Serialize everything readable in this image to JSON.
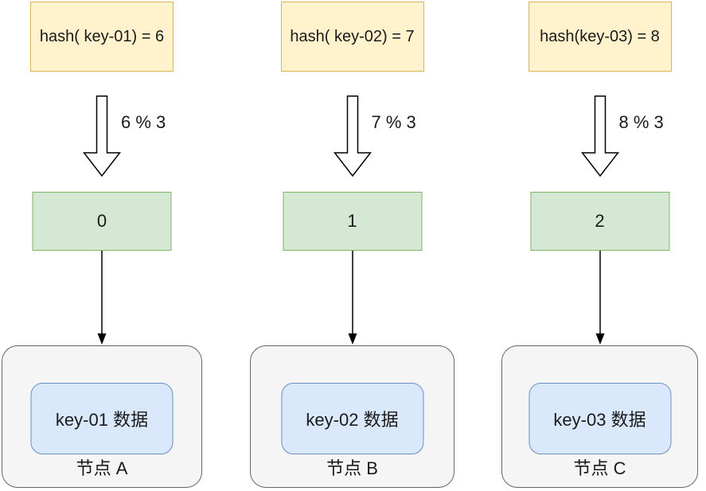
{
  "diagram": {
    "columns": [
      {
        "hash_label": "hash( key-01) = 6",
        "mod_label": "6 % 3",
        "slot": "0",
        "data_label": "key-01 数据",
        "node_label": "节点 A"
      },
      {
        "hash_label": "hash( key-02) = 7",
        "mod_label": "7 % 3",
        "slot": "1",
        "data_label": "key-02 数据",
        "node_label": "节点 B"
      },
      {
        "hash_label": "hash(key-03) = 8",
        "mod_label": "8 % 3",
        "slot": "2",
        "data_label": "key-03 数据",
        "node_label": "节点 C"
      }
    ],
    "colors": {
      "hash_box_fill": "#FFF2CC",
      "hash_box_border": "#D6B656",
      "slot_fill": "#D5E8D4",
      "slot_border": "#82B366",
      "data_fill": "#DAE8FC",
      "data_border": "#6C8EBF",
      "node_fill": "#F5F5F5",
      "node_border": "#666666"
    }
  }
}
